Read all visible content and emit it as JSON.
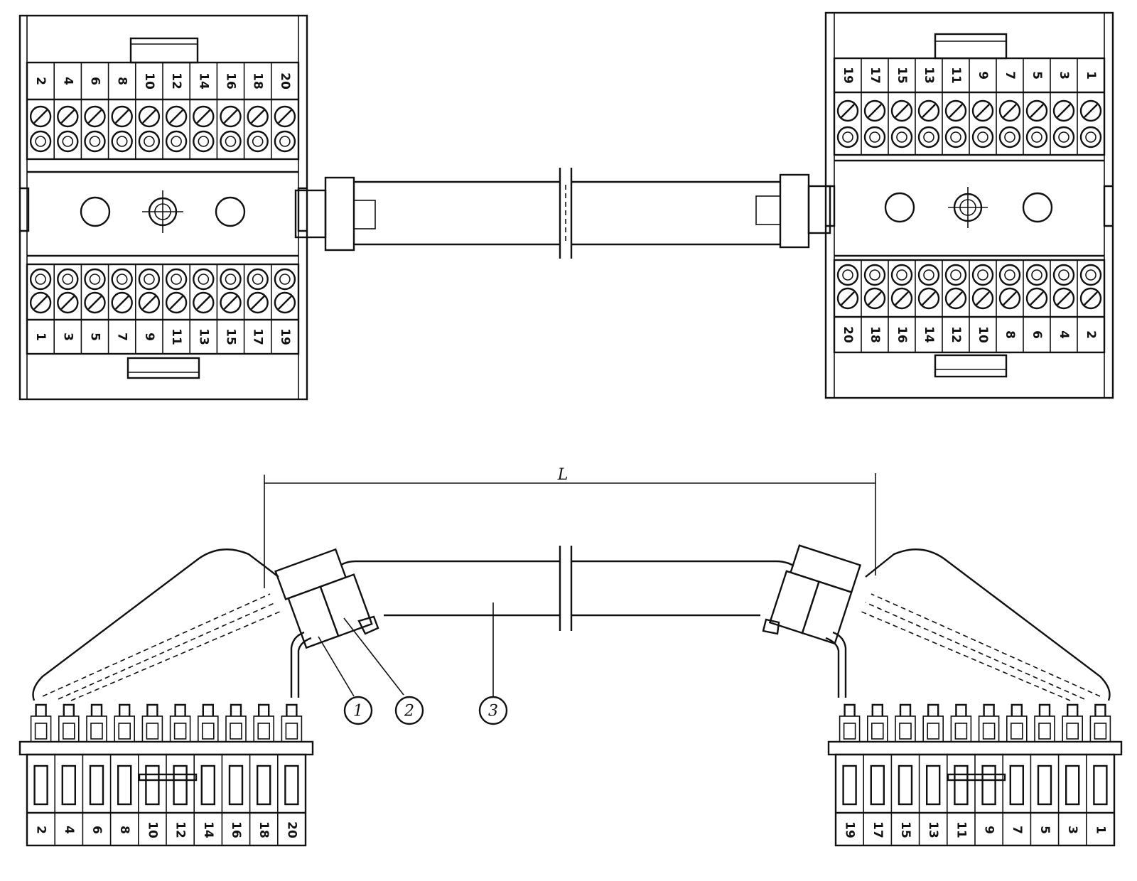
{
  "dimension_label": "L",
  "callouts": [
    "1",
    "2",
    "3"
  ],
  "top_left_block": {
    "top_row": [
      "2",
      "4",
      "6",
      "8",
      "10",
      "12",
      "14",
      "16",
      "18",
      "20"
    ],
    "bottom_row": [
      "1",
      "3",
      "5",
      "7",
      "9",
      "11",
      "13",
      "15",
      "17",
      "19"
    ]
  },
  "top_right_block": {
    "top_row": [
      "19",
      "17",
      "15",
      "13",
      "11",
      "9",
      "7",
      "5",
      "3",
      "1"
    ],
    "bottom_row": [
      "20",
      "18",
      "16",
      "14",
      "12",
      "10",
      "8",
      "6",
      "4",
      "2"
    ]
  },
  "bottom_left_connector": {
    "labels": [
      "2",
      "4",
      "6",
      "8",
      "10",
      "12",
      "14",
      "16",
      "18",
      "20"
    ]
  },
  "bottom_right_connector": {
    "labels": [
      "19",
      "17",
      "15",
      "13",
      "11",
      "9",
      "7",
      "5",
      "3",
      "1"
    ]
  }
}
